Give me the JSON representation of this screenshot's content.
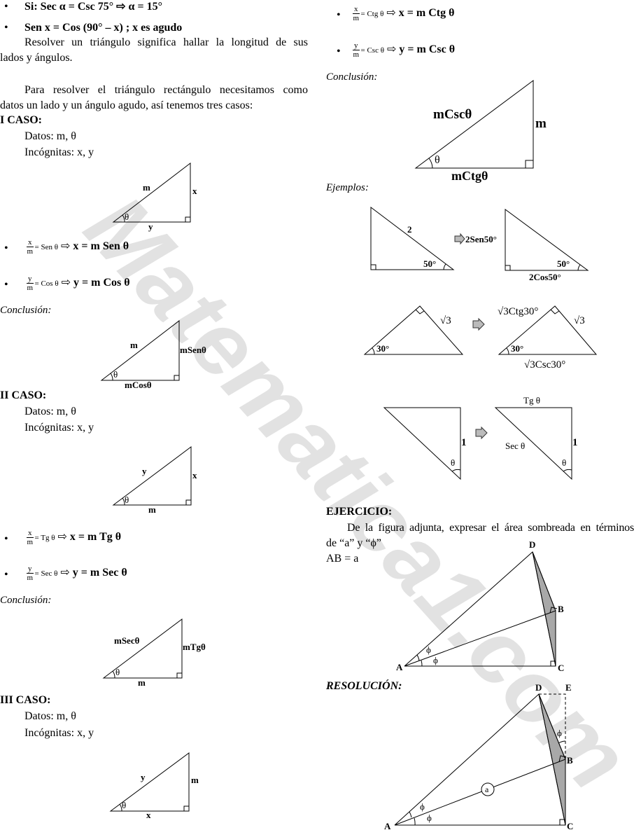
{
  "watermark": "Matematica1.com",
  "watermark_color": "#e0e0e0",
  "shade_color": "#a8a8a8",
  "left": {
    "bullet": "•",
    "line1": "Si: Sec α = Csc 75°",
    "line1_result": "α = 15°",
    "line2": "Sen x = Cos (90° – x) ; x es agudo",
    "para1_a": "Resolver un triángulo significa hallar la longitud de sus",
    "para1_b": "lados y ángulos.",
    "para2_a": "Para  resolver el  triángulo rectángulo necesitamos como",
    "para2_b": "datos un lado y un ángulo agudo, así tenemos tres casos:",
    "case1": {
      "title": "I CASO:",
      "datos": "Datos: m, θ",
      "incog": "Incógnitas: x, y",
      "fig": {
        "hyp": "m",
        "leg": "x",
        "base": "y",
        "angle": "θ"
      },
      "f1": {
        "num": "x",
        "den": "m",
        "eq": "= Sen θ",
        "result": "x = m Sen θ"
      },
      "f2": {
        "num": "y",
        "den": "m",
        "eq": "= Cos θ",
        "result": "y = m Cos θ"
      },
      "conclusion": "Conclusión:",
      "concl_fig": {
        "hyp": "m",
        "leg": "mSenθ",
        "base": "mCosθ",
        "angle": "θ"
      }
    },
    "case2": {
      "title": "II CASO:",
      "datos": "Datos: m, θ",
      "incog": "Incógnitas: x, y",
      "fig": {
        "hyp": "y",
        "leg": "x",
        "base": "m",
        "angle": "θ"
      },
      "f1": {
        "num": "x",
        "den": "m",
        "eq": "= Tg θ",
        "result": "x = m Tg θ"
      },
      "f2": {
        "num": "y",
        "den": "m",
        "eq": "= Sec θ",
        "result": "y = m Sec θ"
      },
      "conclusion": "Conclusión:",
      "concl_fig": {
        "hyp": "mSecθ",
        "leg": "mTgθ",
        "base": "m",
        "angle": "θ"
      }
    },
    "case3": {
      "title": "III CASO:",
      "datos": "Datos: m, θ",
      "incog": "Incógnitas: x, y",
      "fig": {
        "hyp": "y",
        "leg": "m",
        "base": "x",
        "angle": "θ"
      }
    }
  },
  "right": {
    "f1": {
      "num": "x",
      "den": "m",
      "eq": "= Ctg θ",
      "result": "x = m Ctg θ"
    },
    "f2": {
      "num": "y",
      "den": "m",
      "eq": "= Csc θ",
      "result": "y = m Csc θ"
    },
    "conclusion": "Conclusión:",
    "concl_fig": {
      "hyp": "mCscθ",
      "leg": "m",
      "base": "mCtgθ",
      "angle": "θ"
    },
    "examples_title": "Ejemplos:",
    "ex1": {
      "hyp": "2",
      "angle": "50°",
      "leg_result": "2Sen50°",
      "base_result": "2Cos50°"
    },
    "ex2": {
      "leg": "√3",
      "angle": "30°",
      "top_result": "√3Ctg30°",
      "base_result": "√3Csc30°"
    },
    "ex3": {
      "leg": "1",
      "angle": "θ",
      "top_result": "Tg θ",
      "hyp_result": "Sec θ"
    },
    "exercise_title": "EJERCICIO:",
    "exercise_a": "De la figura adjunta, expresar el área sombreada en términos",
    "exercise_b": "de “a” y “ϕ”",
    "exercise_c": "AB = a",
    "fig1": {
      "A": "A",
      "B": "B",
      "C": "C",
      "D": "D",
      "phi": "ϕ"
    },
    "resolution_title": "RESOLUCIÓN:",
    "fig2": {
      "A": "A",
      "B": "B",
      "C": "C",
      "D": "D",
      "E": "E",
      "phi": "ϕ",
      "a": "a"
    }
  }
}
